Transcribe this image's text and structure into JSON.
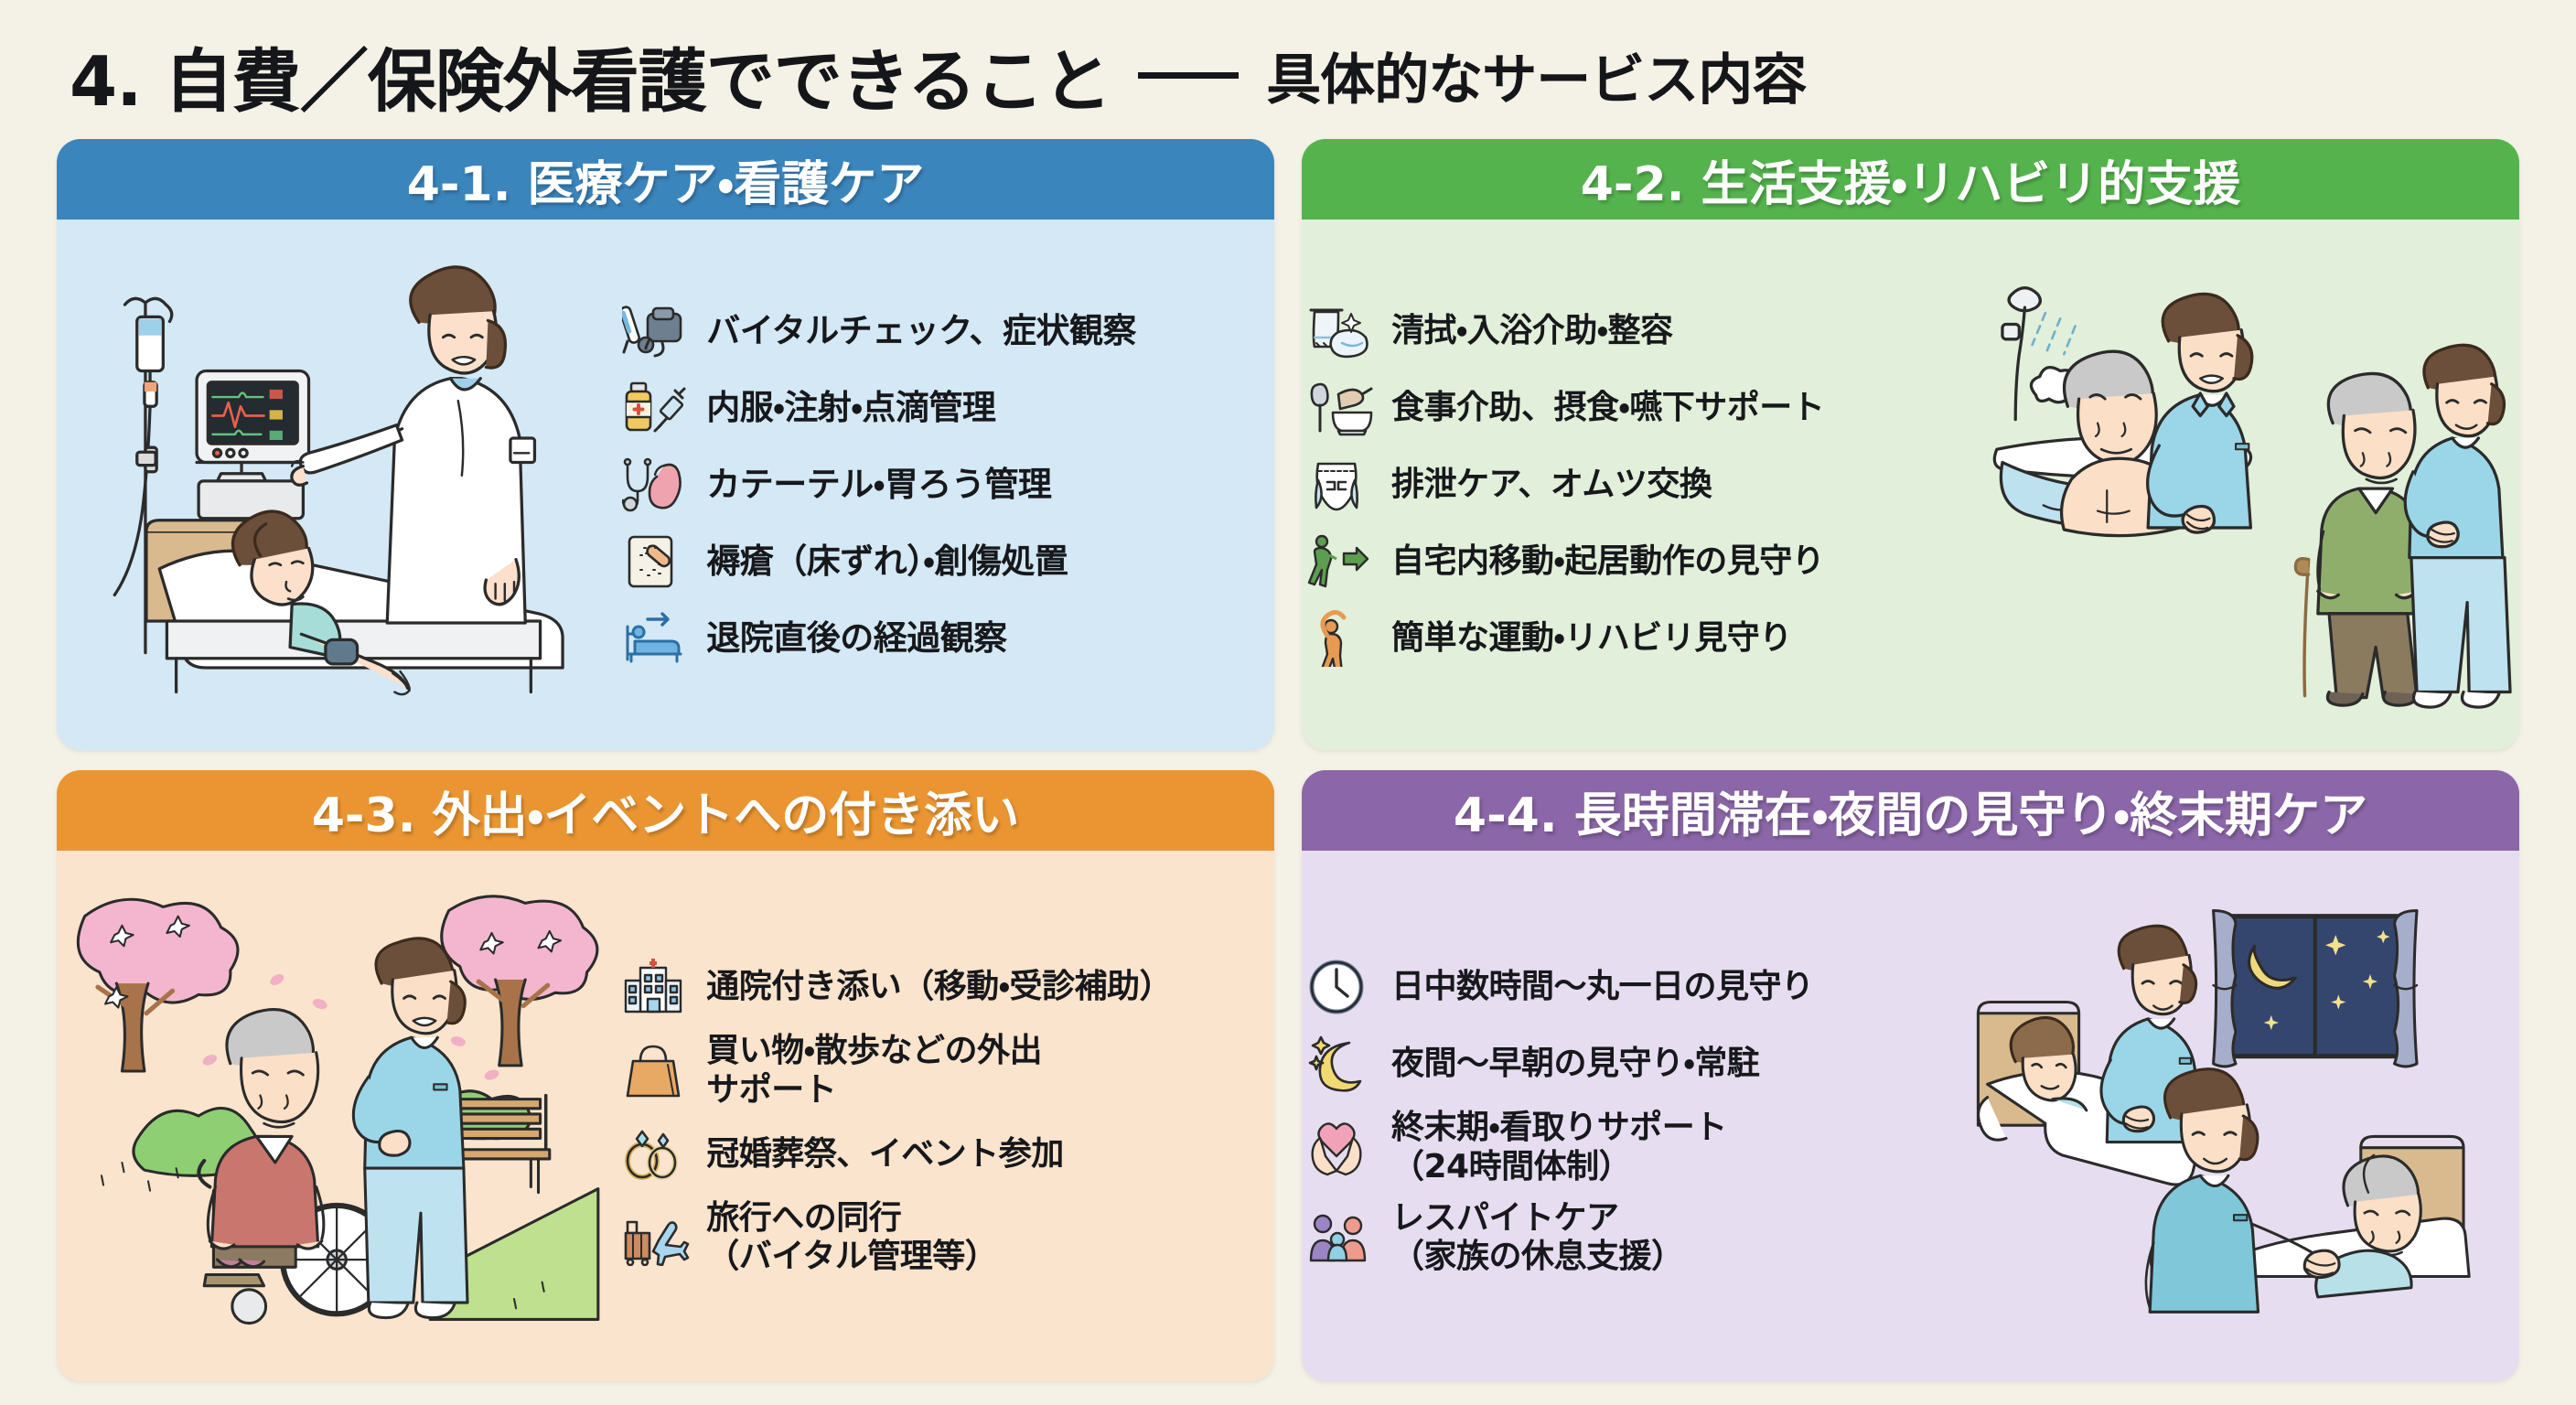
{
  "title": {
    "main": "4. 自費／保険外看護でできること",
    "dash": "──",
    "sub": "具体的なサービス内容"
  },
  "colors": {
    "page_background": "#f4f1e7",
    "panel1_header": "#3b85bd",
    "panel1_body": "#d4e8f5",
    "panel2_header": "#55b34e",
    "panel2_body": "#e2efda",
    "panel3_header": "#ea9531",
    "panel3_body": "#fae4cd",
    "panel4_header": "#8b66a8",
    "panel4_body": "#e7ddf0",
    "text": "#17181c",
    "header_text": "#ffffff"
  },
  "panels": [
    {
      "id": "4-1",
      "header": "4-1. 医療ケア・看護ケア",
      "illustration_name": "nurse-bedside-vitals-monitor-iv-scene",
      "items": [
        {
          "icon": "thermometer-bloodpressure-icon",
          "text": "バイタルチェック、症状観察"
        },
        {
          "icon": "medicine-bottle-syringe-icon",
          "text": "内服・注射・点滴管理"
        },
        {
          "icon": "stethoscope-stomach-icon",
          "text": "カテーテル・胃ろう管理"
        },
        {
          "icon": "bandage-dressing-icon",
          "text": "褥瘡（床ずれ）・創傷処置"
        },
        {
          "icon": "bed-discharge-arrow-icon",
          "text": "退院直後の経過観察"
        }
      ]
    },
    {
      "id": "4-2",
      "header": "4-2. 生活支援・リハビリ的支援",
      "illustration_name": "bathing-assist-and-walking-support-scene",
      "items": [
        {
          "icon": "towel-basin-icon",
          "text": "清拭・入浴介助・整容"
        },
        {
          "icon": "spoon-bowl-icon",
          "text": "食事介助、摂食・嚥下サポート"
        },
        {
          "icon": "diaper-icon",
          "text": "排泄ケア、オムツ交換"
        },
        {
          "icon": "walking-person-arrow-icon",
          "text": "自宅内移動・起居動作の見守り"
        },
        {
          "icon": "stretching-person-icon",
          "text": "簡単な運動・リハビリ見守り"
        }
      ]
    },
    {
      "id": "4-3",
      "header": "4-3. 外出・イベントへの付き添い",
      "illustration_name": "cherry-blossom-park-wheelchair-walk-scene",
      "items": [
        {
          "icon": "hospital-building-icon",
          "text": "通院付き添い（移動・受診補助）"
        },
        {
          "icon": "shopping-bag-icon",
          "text": "買い物・散歩などの外出\nサポート"
        },
        {
          "icon": "wedding-rings-icon",
          "text": "冠婚葬祭、イベント参加"
        },
        {
          "icon": "suitcase-airplane-icon",
          "text": "旅行への同行\n（バイタル管理等）"
        }
      ]
    },
    {
      "id": "4-4",
      "header": "4-4. 長時間滞在・夜間の見守り・終末期ケア",
      "illustration_name": "night-watch-bedside-two-nurses-window-moon-scene",
      "items": [
        {
          "icon": "clock-icon",
          "text": "日中数時間〜丸一日の見守り"
        },
        {
          "icon": "crescent-moon-stars-icon",
          "text": "夜間〜早朝の見守り・常駐"
        },
        {
          "icon": "hands-heart-icon",
          "text": "終末期・看取りサポート\n（24時間体制）"
        },
        {
          "icon": "family-group-icon",
          "text": "レスパイトケア\n（家族の休息支援）"
        }
      ]
    }
  ]
}
